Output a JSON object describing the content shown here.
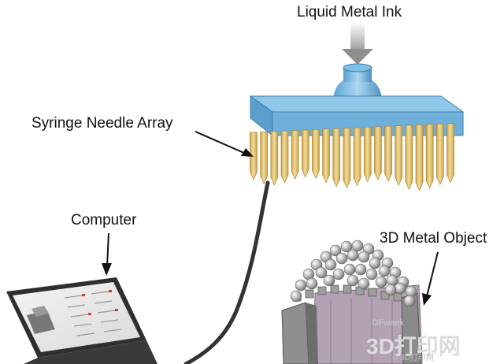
{
  "labels": {
    "liquid_metal_ink": "Liquid Metal Ink",
    "syringe_needle_array": "Syringe Needle Array",
    "computer": "Computer",
    "metal_object": "3D Metal Object"
  },
  "watermark": {
    "small": "OFweek",
    "big": "3D打印网",
    "bottom": "© 3D打印网"
  },
  "colors": {
    "block_top": "#8fc7e8",
    "block_side": "#5aa0cf",
    "needle": "#e8c97a",
    "needle_shade": "#c9a24a",
    "cable": "#333333",
    "object_front": "#a89aa6",
    "object_side": "#8a8a8a",
    "ball": "#bdbdbd"
  }
}
